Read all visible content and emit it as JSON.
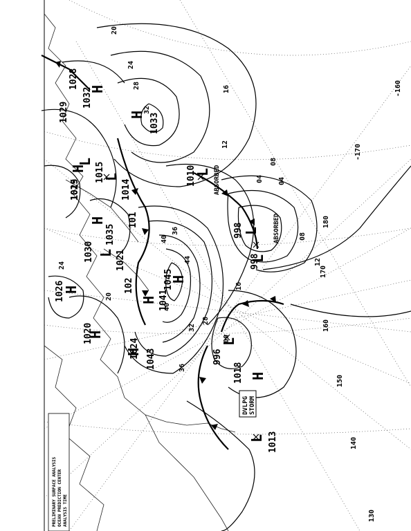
{
  "header": {
    "lines": [
      "PRELIMINARY SURFACE ANALYSIS",
      "OCEAN PREDICTION CENTER",
      "ANALYSIS TIME"
    ]
  },
  "longitude_labels": [
    "-160",
    "-170",
    "180",
    "170",
    "160",
    "150",
    "140",
    "130"
  ],
  "isobar_labels": [
    "20",
    "24",
    "28",
    "32",
    "36",
    "40",
    "44",
    "16",
    "12",
    "08",
    "04",
    "00",
    "20",
    "24",
    "28",
    "32",
    "16",
    "12",
    "08",
    "04",
    "36",
    "40"
  ],
  "high_centers": [
    {
      "letter": "H",
      "value": "1033"
    },
    {
      "letter": "H",
      "value": "1032"
    },
    {
      "letter": "H",
      "value": "1035"
    },
    {
      "letter": "H",
      "value": "1041"
    },
    {
      "letter": "H",
      "value": "1045"
    },
    {
      "letter": "H",
      "value": "1043"
    },
    {
      "letter": "H",
      "value": "1018"
    },
    {
      "letter": "H",
      "value": "1026"
    },
    {
      "letter": "H",
      "value": "1029"
    },
    {
      "letter": "H",
      "value": "1020"
    }
  ],
  "low_centers": [
    {
      "letter": "L",
      "value": "1010"
    },
    {
      "letter": "L",
      "value": "998"
    },
    {
      "letter": "L",
      "value": "998"
    },
    {
      "letter": "L",
      "value": "996"
    },
    {
      "letter": "L",
      "value": "1013"
    },
    {
      "letter": "L",
      "value": "1014"
    },
    {
      "letter": "L",
      "value": "1015"
    },
    {
      "letter": "L",
      "value": "1021"
    }
  ],
  "extra_pressure_labels": [
    "1029",
    "1028",
    "1015",
    "101",
    "1030",
    "102",
    "1024"
  ],
  "annotations": {
    "absorbed_1": "ABSORBED",
    "absorbed_2": "ABSORBED",
    "dvlpg": "DVLPG",
    "storm": "STORM"
  }
}
